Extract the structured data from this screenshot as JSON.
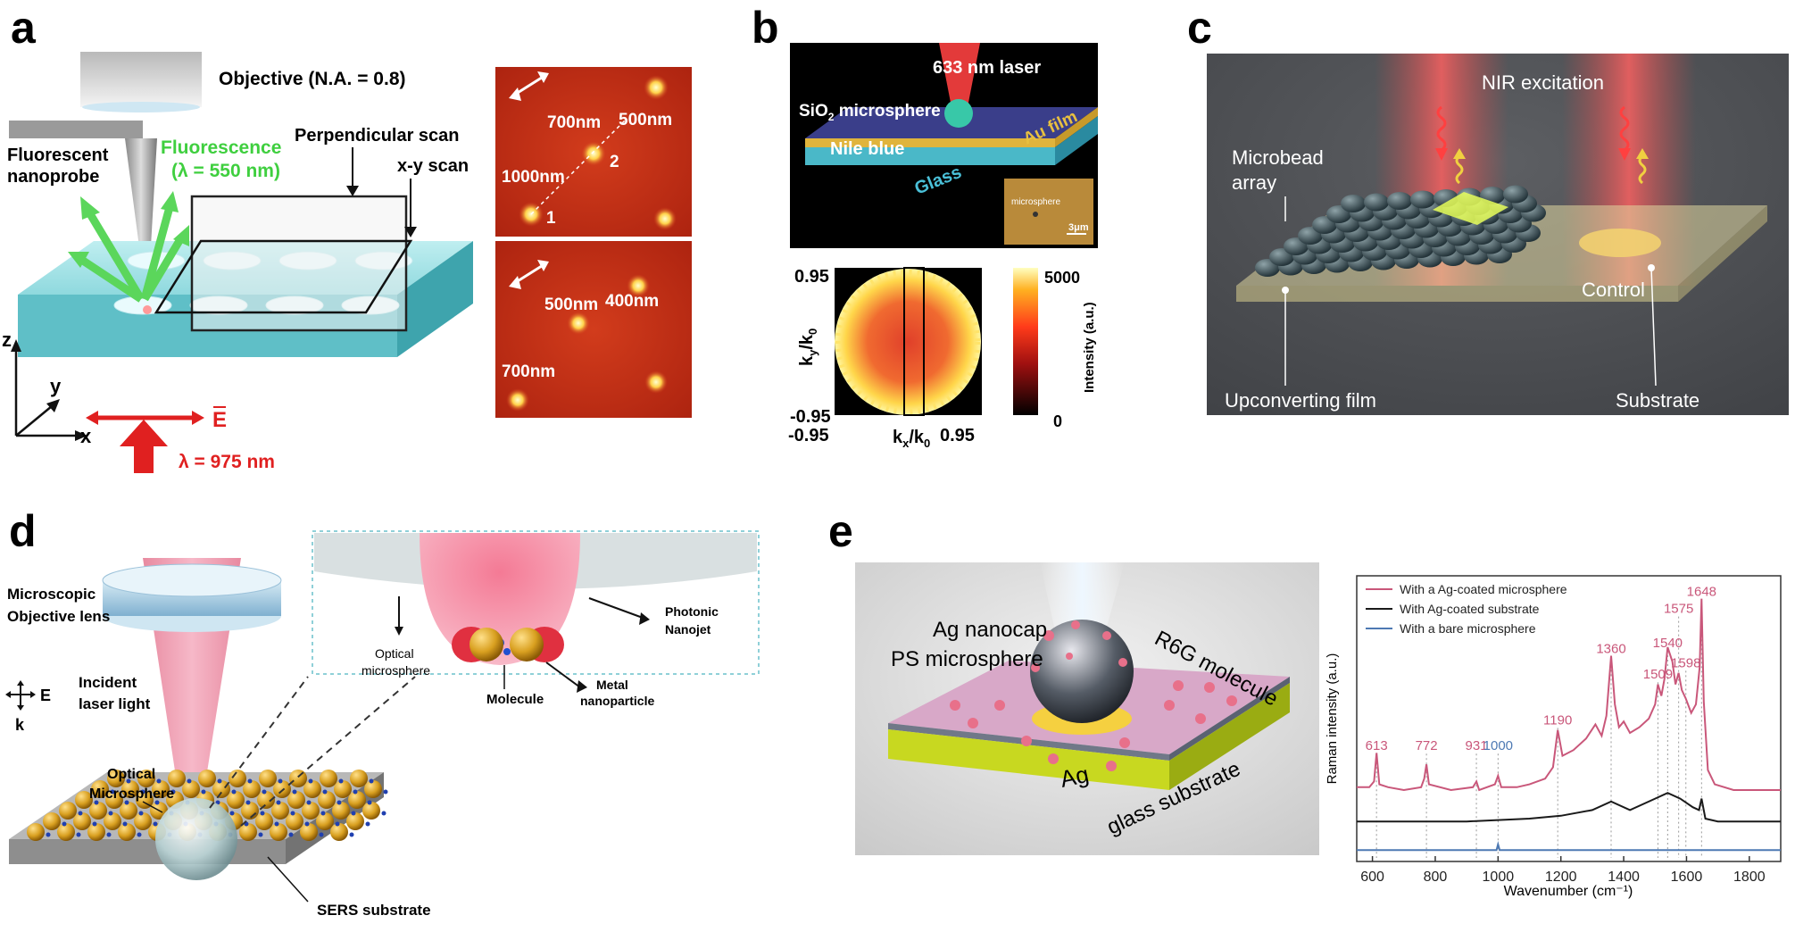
{
  "panel_a": {
    "label": "a",
    "objective": "Objective (N.A. = 0.8)",
    "fluorescent_nanoprobe_line1": "Fluorescent",
    "fluorescent_nanoprobe_line2": "nanoprobe",
    "fluorescence_line1": "Fluorescence",
    "fluorescence_line2": "(λ = 550 nm)",
    "perpendicular_scan": "Perpendicular scan",
    "xy_scan": "x-y scan",
    "axis_z": "z",
    "axis_y": "y",
    "axis_x": "x",
    "field_E": "E",
    "excitation": "λ = 975 nm",
    "img_top_labels": [
      "700nm",
      "500nm",
      "1000nm",
      "2",
      "1"
    ],
    "img_bottom_labels": [
      "400nm",
      "500nm",
      "700nm"
    ]
  },
  "panel_b": {
    "label": "b",
    "laser": "633 nm laser",
    "microsphere_prefix": "SiO",
    "microsphere_sub": "2",
    "microsphere_suffix": " microsphere",
    "nile_blue": "Nile blue",
    "au_film": "Au film",
    "glass": "Glass",
    "inset_label": "microsphere",
    "inset_scale": "3μm",
    "y_axis_main": "k",
    "y_axis_sub1": "y",
    "y_axis_slash": "/k",
    "y_axis_sub2": "0",
    "y_top": "0.95",
    "y_bottom": "-0.95",
    "x_left": "-0.95",
    "x_right": "0.95",
    "x_axis_main": "k",
    "x_axis_sub1": "x",
    "x_axis_slash": "/k",
    "x_axis_sub2": "0",
    "colorbar_max": "5000",
    "colorbar_min": "0",
    "colorbar_title": "Intensity (a.u.)"
  },
  "panel_c": {
    "label": "c",
    "nir": "NIR excitation",
    "microbead_line1": "Microbead",
    "microbead_line2": "array",
    "control": "Control",
    "upconverting": "Upconverting film",
    "substrate": "Substrate"
  },
  "panel_d": {
    "label": "d",
    "objective_line1": "Microscopic",
    "objective_line2": "Objective lens",
    "field_E": "E",
    "field_k": "k",
    "incident_line1": "Incident",
    "incident_line2": "laser light",
    "optical_line1": "Optical",
    "optical_line2": "Microsphere",
    "sers": "SERS substrate",
    "inset_optical_line1": "Optical",
    "inset_optical_line2": "microsphere",
    "inset_nanojet_line1": "Photonic",
    "inset_nanojet_line2": "Nanojet",
    "inset_molecule": "Molecule",
    "inset_metal_line1": "Metal",
    "inset_metal_line2": "nanoparticle"
  },
  "panel_e": {
    "label": "e",
    "ag_nanocap": "Ag nanocap",
    "ps_microsphere": "PS microsphere",
    "r6g": "R6G molecule",
    "ag": "Ag",
    "glass_substrate": "glass substrate"
  },
  "chart_data": {
    "type": "line",
    "title": "",
    "xlabel": "Wavenumber (cm⁻¹)",
    "ylabel": "Raman intensity (a.u.)",
    "xlim": [
      550,
      1900
    ],
    "ylim": [
      0,
      100
    ],
    "xticks": [
      600,
      800,
      1000,
      1200,
      1400,
      1600,
      1800
    ],
    "legend_position": "top-left",
    "peak_labels": [
      {
        "x": 613,
        "y": 39,
        "label": "613",
        "color": "#c9577a"
      },
      {
        "x": 772,
        "y": 39,
        "label": "772",
        "color": "#c9577a"
      },
      {
        "x": 931,
        "y": 39,
        "label": "931",
        "color": "#c9577a"
      },
      {
        "x": 1000,
        "y": 39,
        "label": "1000",
        "color": "#4d79b3"
      },
      {
        "x": 1190,
        "y": 48,
        "label": "1190",
        "color": "#c9577a"
      },
      {
        "x": 1360,
        "y": 73,
        "label": "1360",
        "color": "#c9577a"
      },
      {
        "x": 1509,
        "y": 64,
        "label": "1509",
        "color": "#c9577a"
      },
      {
        "x": 1540,
        "y": 75,
        "label": "1540",
        "color": "#c9577a"
      },
      {
        "x": 1575,
        "y": 87,
        "label": "1575",
        "color": "#c9577a"
      },
      {
        "x": 1598,
        "y": 68,
        "label": "1598",
        "color": "#c9577a"
      },
      {
        "x": 1648,
        "y": 93,
        "label": "1648",
        "color": "#c9577a"
      }
    ],
    "series": [
      {
        "name": "With a Ag-coated microsphere",
        "color": "#c9577a",
        "x": [
          550,
          590,
          605,
          613,
          622,
          650,
          700,
          755,
          765,
          772,
          780,
          850,
          920,
          931,
          940,
          990,
          1000,
          1010,
          1060,
          1100,
          1150,
          1175,
          1190,
          1205,
          1240,
          1280,
          1310,
          1330,
          1345,
          1360,
          1372,
          1385,
          1400,
          1420,
          1450,
          1480,
          1500,
          1509,
          1520,
          1530,
          1540,
          1555,
          1565,
          1575,
          1585,
          1598,
          1615,
          1630,
          1642,
          1648,
          1655,
          1668,
          1690,
          1750,
          1800,
          1850,
          1900
        ],
        "y": [
          26,
          26,
          28,
          38,
          27,
          26,
          25,
          26,
          29,
          34,
          27,
          25,
          26,
          28,
          25,
          27,
          30,
          26,
          26,
          27,
          29,
          33,
          46,
          37,
          39,
          43,
          48,
          44,
          51,
          72,
          55,
          47,
          49,
          45,
          47,
          50,
          55,
          62,
          58,
          64,
          75,
          70,
          62,
          66,
          60,
          57,
          52,
          55,
          68,
          92,
          56,
          32,
          27,
          25,
          25,
          25,
          25
        ]
      },
      {
        "name": "With Ag-coated substrate",
        "color": "#1a1a1a",
        "x": [
          550,
          700,
          900,
          1100,
          1200,
          1300,
          1360,
          1420,
          1500,
          1540,
          1580,
          1620,
          1640,
          1648,
          1660,
          1700,
          1800,
          1900
        ],
        "y": [
          14,
          14,
          14,
          15,
          16,
          18,
          21,
          18,
          22,
          24,
          22,
          19,
          18,
          22,
          15,
          14,
          14,
          14
        ]
      },
      {
        "name": "With a bare microsphere",
        "color": "#4d79b3",
        "x": [
          550,
          980,
          995,
          1000,
          1005,
          1020,
          1900
        ],
        "y": [
          4,
          4,
          4,
          6,
          4,
          4,
          4
        ]
      }
    ]
  }
}
